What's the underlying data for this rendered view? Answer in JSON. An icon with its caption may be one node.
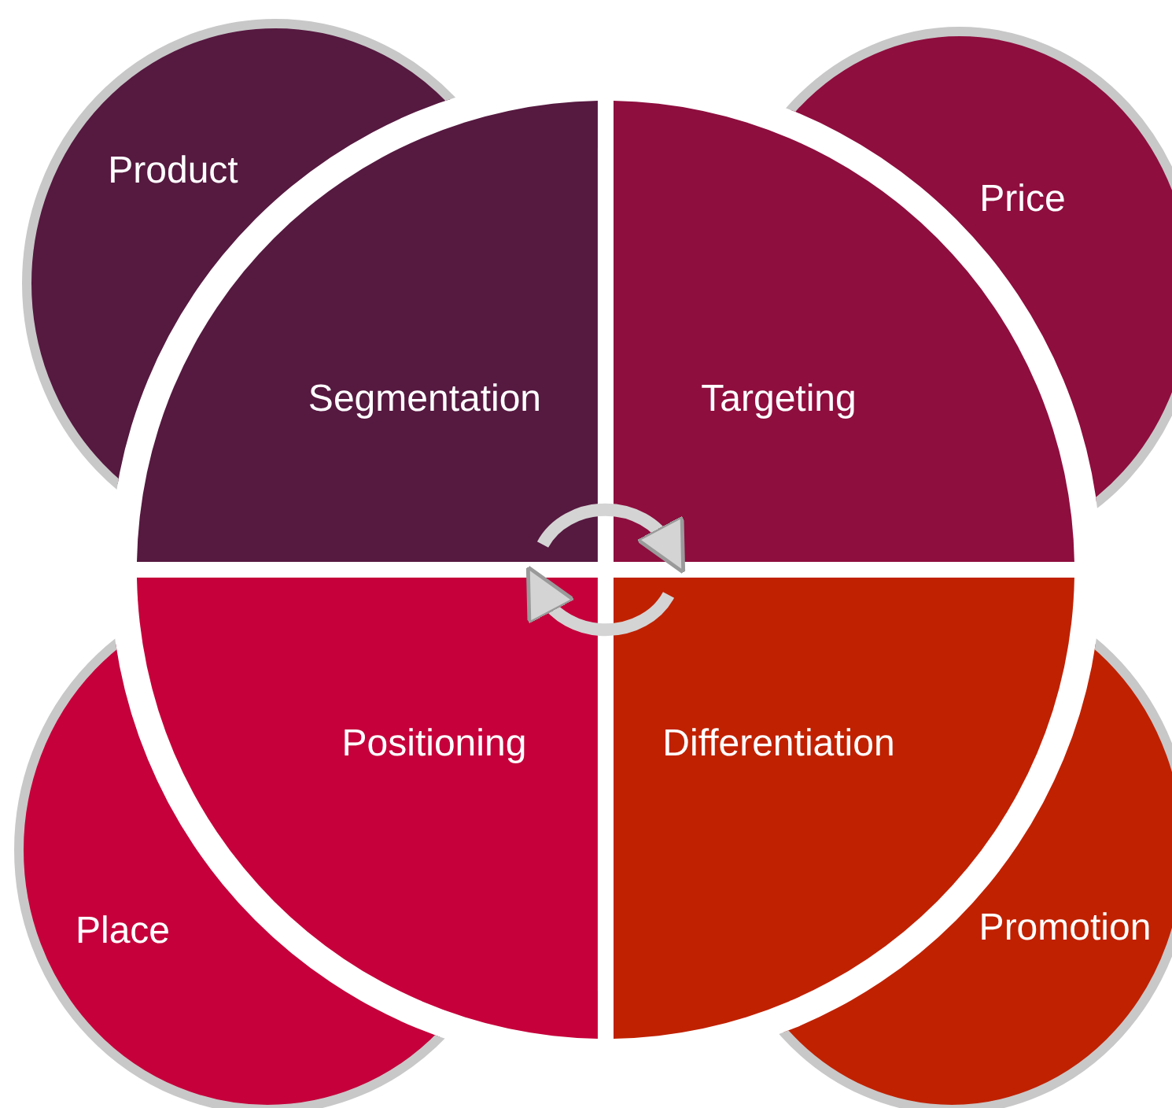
{
  "diagram": {
    "nodes": [
      {
        "text": [
          "Product"
        ]
      },
      {
        "text": [
          "Price"
        ]
      },
      {
        "text": [
          "Segmentation"
        ]
      },
      {
        "text": [
          "Targeting"
        ]
      },
      {
        "text": [
          "Positioning"
        ]
      },
      {
        "text": [
          "Differentiation"
        ]
      },
      {
        "text": [
          "Place"
        ]
      },
      {
        "text": [
          "Promotion"
        ]
      }
    ],
    "edges": [
      {
        "from": 2,
        "to": 3,
        "arrow": "to"
      },
      {
        "from": 5,
        "to": 4,
        "arrow": "to"
      }
    ]
  }
}
